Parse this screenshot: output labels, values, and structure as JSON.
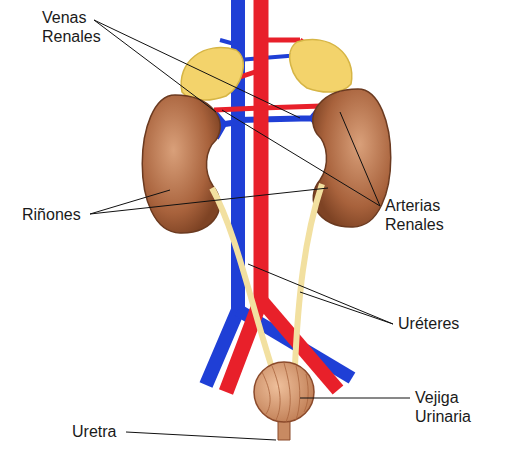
{
  "diagram": {
    "labels": [
      "Venas Renales",
      "Riñones",
      "Arterias Renales",
      "Uréteres",
      "Vejiga Urinaria",
      "Uretra"
    ]
  }
}
